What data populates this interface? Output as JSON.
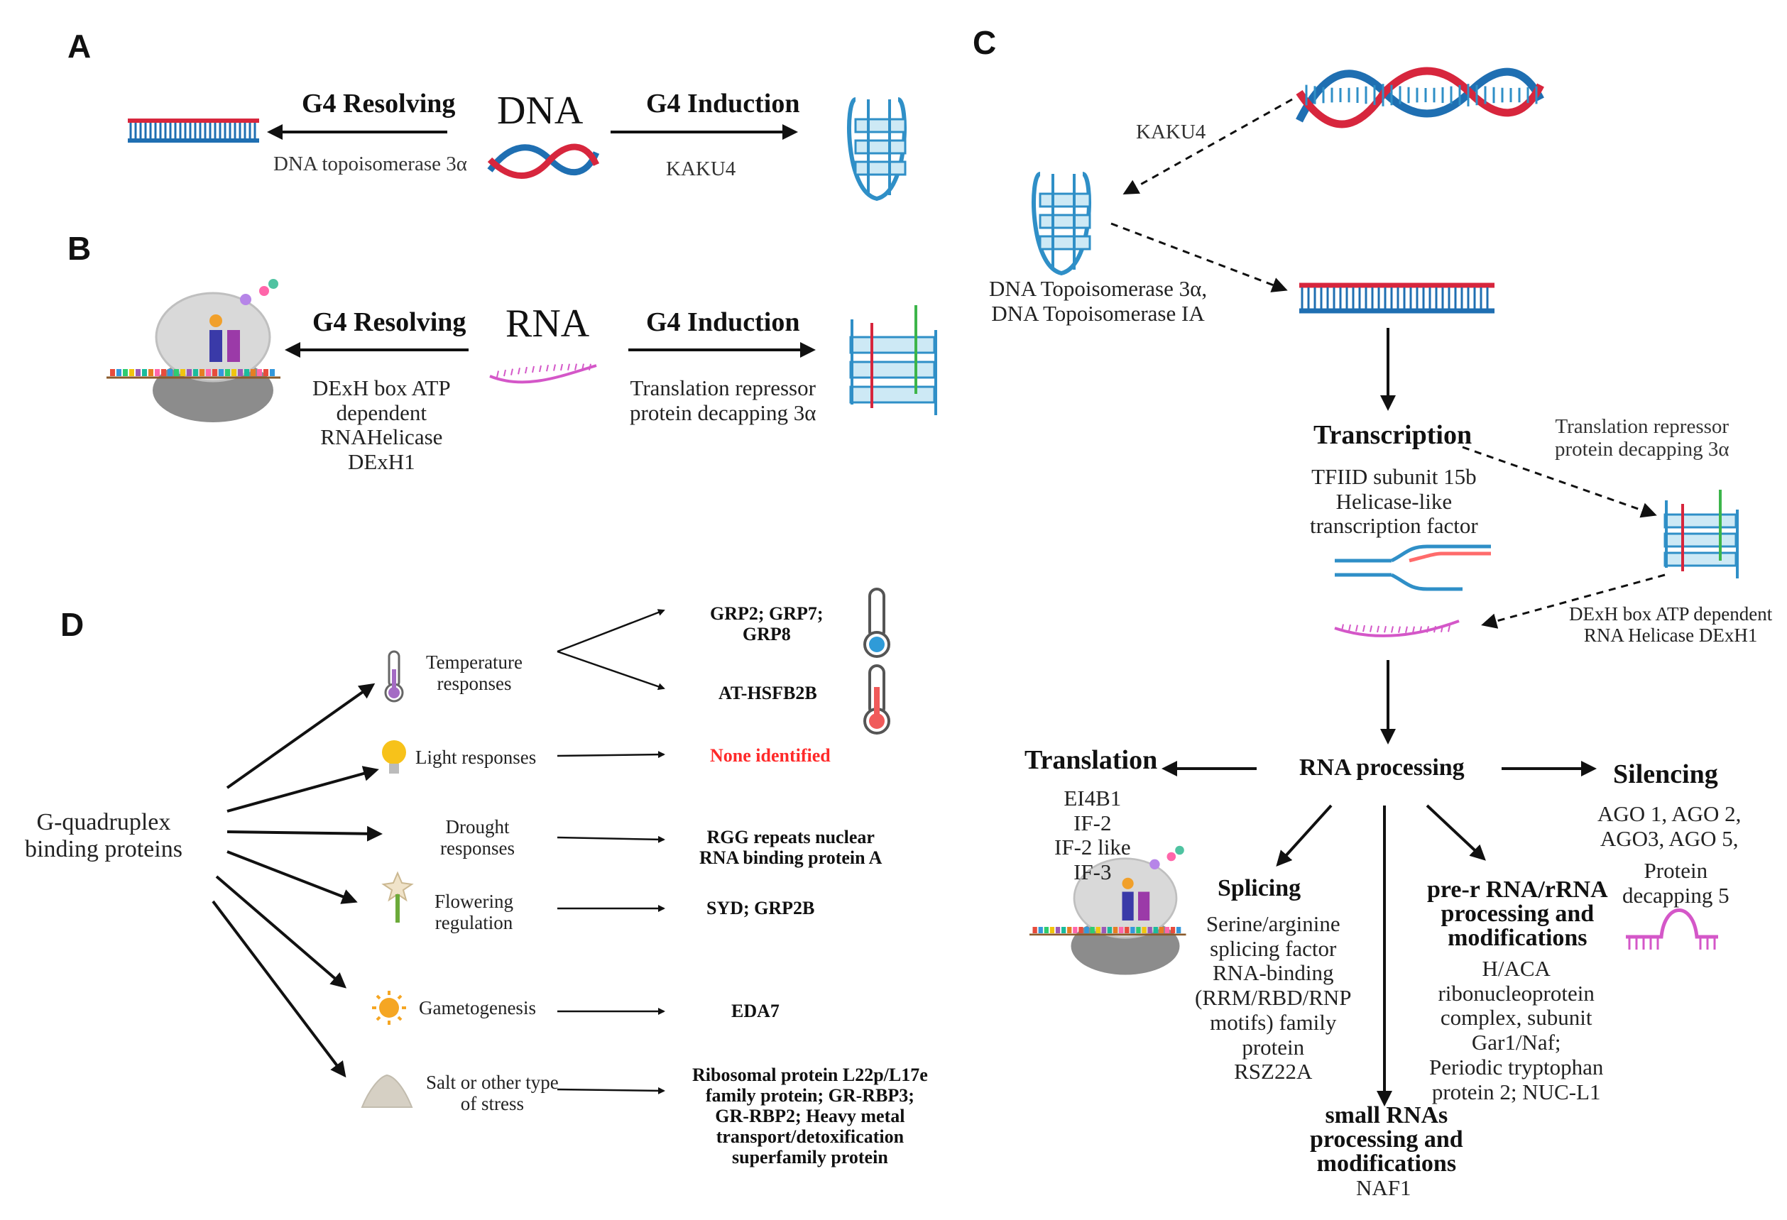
{
  "panels": {
    "a": "A",
    "b": "B",
    "c": "C",
    "d": "D"
  },
  "panel_a": {
    "dna": "DNA",
    "left_title": "G4 Resolving",
    "left_enzyme": "DNA topoisomerase 3α",
    "right_title": "G4 Induction",
    "right_enzyme": "KAKU4"
  },
  "panel_b": {
    "rna": "RNA",
    "left_title": "G4 Resolving",
    "left_enzyme": "DExH box ATP\ndependent\nRNAHelicase\nDExH1",
    "right_title": "G4 Induction",
    "right_enzyme": "Translation repressor\nprotein decapping 3α"
  },
  "panel_c": {
    "kaku4": "KAKU4",
    "topo": "DNA Topoisomerase 3α,\nDNA Topoisomerase IA",
    "transcription": "Transcription",
    "transcription_factors": "TFIID subunit 15b\nHelicase-like\ntranscription factor",
    "repressor": "Translation repressor\nprotein decapping 3α",
    "helicase": "DExH box ATP dependent\nRNA Helicase DExH1",
    "rna_processing": "RNA processing",
    "translation": "Translation",
    "translation_factors": "EI4B1\nIF-2\nIF-2 like\nIF-3",
    "silencing": "Silencing",
    "silencing_factors": "AGO 1, AGO 2,\nAGO3, AGO 5,",
    "silencing_extra": "Protein\ndecapping 5",
    "splicing": "Splicing",
    "splicing_factors": "Serine/arginine\nsplicing factor\nRNA-binding\n(RRM/RBD/RNP\nmotifs) family\nprotein\nRSZ22A",
    "prerrna": "pre-r RNA/rRNA\nprocessing and\nmodifications",
    "prerrna_factors": "H/ACA\nribonucleoprotein\ncomplex, subunit\nGar1/Naf;\nPeriodic tryptophan\nprotein 2; NUC-L1",
    "small_rnas": "small RNAs\nprocessing and\nmodifications",
    "small_rnas_factor": "NAF1"
  },
  "panel_d": {
    "root": "G-quadruplex\nbinding proteins",
    "categories": [
      {
        "label": "Temperature\nresponses"
      },
      {
        "label": "Light responses"
      },
      {
        "label": "Drought\nresponses"
      },
      {
        "label": "Flowering\nregulation"
      },
      {
        "label": "Gametogenesis"
      },
      {
        "label": "Salt or other type\nof stress"
      }
    ],
    "results": [
      "GRP2; GRP7;\nGRP8",
      "AT-HSFB2B",
      "None identified",
      "RGG repeats nuclear\nRNA binding protein A",
      "SYD; GRP2B",
      "EDA7",
      "Ribosomal protein L22p/L17e\nfamily protein; GR-RBP3;\nGR-RBP2; Heavy metal\ntransport/detoxification\nsuperfamily protein"
    ]
  },
  "colors": {
    "dna_red": "#d7263d",
    "dna_blue": "#1f6fb2",
    "g4_blue": "#2f8fc7",
    "g4_fill": "#cde9f5",
    "rna_pink": "#d457c8",
    "none_identified": "#ff2a2a"
  }
}
